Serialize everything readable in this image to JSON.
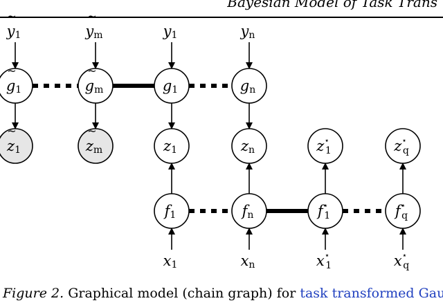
{
  "header": {
    "running_head": "Bayesian Model of Task Trans"
  },
  "graph": {
    "nodes": [
      {
        "id": "gt1",
        "base": "g",
        "tilde": true,
        "star": false,
        "sub": "1",
        "observed": false
      },
      {
        "id": "gtm",
        "base": "g",
        "tilde": true,
        "star": false,
        "sub": "m",
        "observed": false
      },
      {
        "id": "g1",
        "base": "g",
        "tilde": false,
        "star": false,
        "sub": "1",
        "observed": false
      },
      {
        "id": "gn",
        "base": "g",
        "tilde": false,
        "star": false,
        "sub": "n",
        "observed": false
      },
      {
        "id": "zt1",
        "base": "z",
        "tilde": true,
        "star": false,
        "sub": "1",
        "observed": true
      },
      {
        "id": "ztm",
        "base": "z",
        "tilde": true,
        "star": false,
        "sub": "m",
        "observed": true
      },
      {
        "id": "z1",
        "base": "z",
        "tilde": false,
        "star": false,
        "sub": "1",
        "observed": false
      },
      {
        "id": "zn",
        "base": "z",
        "tilde": false,
        "star": false,
        "sub": "n",
        "observed": false
      },
      {
        "id": "zs1",
        "base": "z",
        "tilde": false,
        "star": true,
        "sub": "1",
        "observed": false
      },
      {
        "id": "zsq",
        "base": "z",
        "tilde": false,
        "star": true,
        "sub": "q",
        "observed": false
      },
      {
        "id": "f1",
        "base": "f",
        "tilde": false,
        "star": false,
        "sub": "1",
        "observed": false
      },
      {
        "id": "fn",
        "base": "f",
        "tilde": false,
        "star": false,
        "sub": "n",
        "observed": false
      },
      {
        "id": "fs1",
        "base": "f",
        "tilde": false,
        "star": true,
        "sub": "1",
        "observed": false
      },
      {
        "id": "fsq",
        "base": "f",
        "tilde": false,
        "star": true,
        "sub": "q",
        "observed": false
      }
    ],
    "inputs": [
      {
        "id": "yt1",
        "base": "y",
        "tilde": true,
        "star": false,
        "sub": "1"
      },
      {
        "id": "ytm",
        "base": "y",
        "tilde": true,
        "star": false,
        "sub": "m"
      },
      {
        "id": "y1",
        "base": "y",
        "tilde": false,
        "star": false,
        "sub": "1"
      },
      {
        "id": "yn",
        "base": "y",
        "tilde": false,
        "star": false,
        "sub": "n"
      },
      {
        "id": "x1",
        "base": "x",
        "tilde": false,
        "star": false,
        "sub": "1"
      },
      {
        "id": "xn",
        "base": "x",
        "tilde": false,
        "star": false,
        "sub": "n"
      },
      {
        "id": "xs1",
        "base": "x",
        "tilde": false,
        "star": true,
        "sub": "1"
      },
      {
        "id": "xsq",
        "base": "x",
        "tilde": false,
        "star": true,
        "sub": "q"
      }
    ],
    "arrows": [
      {
        "from": "yt1",
        "to": "gt1"
      },
      {
        "from": "ytm",
        "to": "gtm"
      },
      {
        "from": "y1",
        "to": "g1"
      },
      {
        "from": "yn",
        "to": "gn"
      },
      {
        "from": "gt1",
        "to": "zt1"
      },
      {
        "from": "gtm",
        "to": "ztm"
      },
      {
        "from": "g1",
        "to": "z1"
      },
      {
        "from": "gn",
        "to": "zn"
      },
      {
        "from": "f1",
        "to": "z1"
      },
      {
        "from": "fn",
        "to": "zn"
      },
      {
        "from": "fs1",
        "to": "zs1"
      },
      {
        "from": "fsq",
        "to": "zsq"
      },
      {
        "from": "x1",
        "to": "f1"
      },
      {
        "from": "xn",
        "to": "fn"
      },
      {
        "from": "xs1",
        "to": "fs1"
      },
      {
        "from": "xsq",
        "to": "fsq"
      }
    ],
    "chain_edges": [
      {
        "from": "gt1",
        "to": "gtm",
        "style": "dotted"
      },
      {
        "from": "gtm",
        "to": "g1",
        "style": "solid"
      },
      {
        "from": "g1",
        "to": "gn",
        "style": "dotted"
      },
      {
        "from": "f1",
        "to": "fn",
        "style": "dotted"
      },
      {
        "from": "fn",
        "to": "fs1",
        "style": "solid"
      },
      {
        "from": "fs1",
        "to": "fsq",
        "style": "dotted"
      }
    ],
    "colors": {
      "observed_fill": "#e6e6e6",
      "node_fill": "#ffffff",
      "stroke": "#000000",
      "link": "#1f3fbf"
    }
  },
  "caption": {
    "figure_label": "Figure 2.",
    "text": " Graphical model (chain graph) for ",
    "link_text": "task transformed Gaus"
  }
}
